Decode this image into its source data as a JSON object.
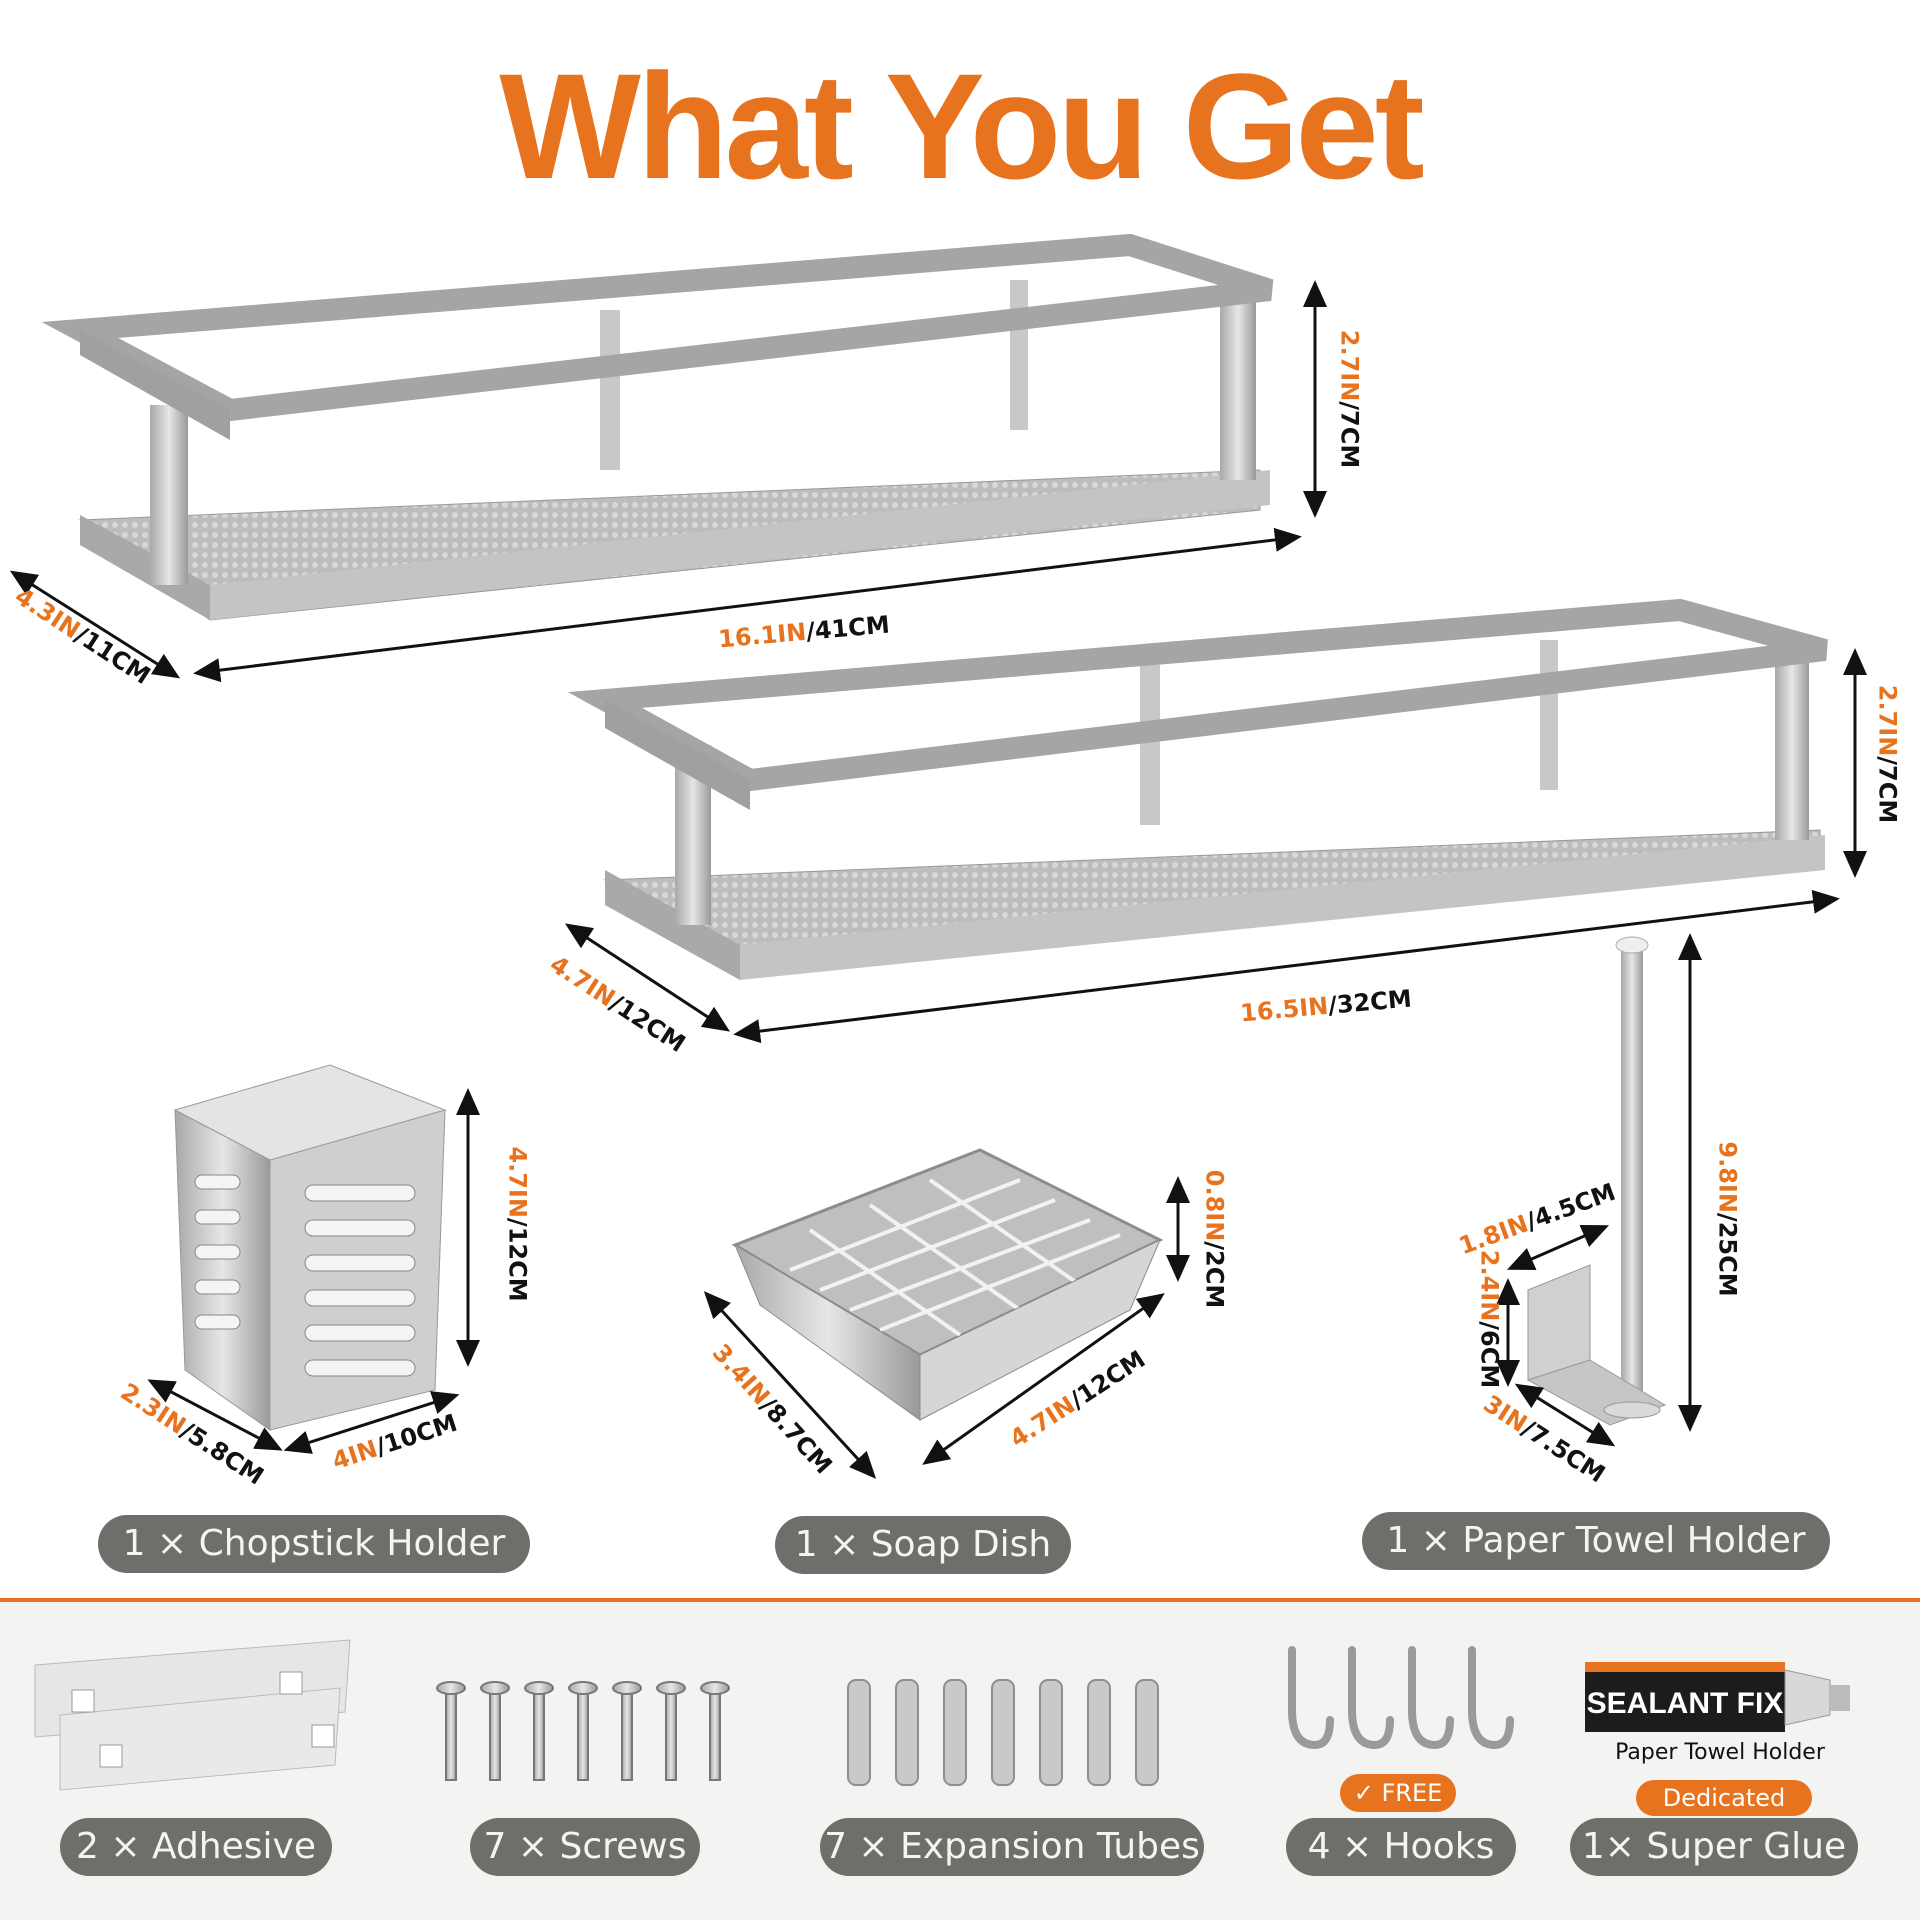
{
  "title": "What You Get",
  "colors": {
    "accent": "#e8731f",
    "pill": "#6e6e6a",
    "steel": "#b5b5b5"
  },
  "shelf1": {
    "width": {
      "in": "16.1IN",
      "cm": "/41CM"
    },
    "depth": {
      "in": "4.3IN",
      "cm": "/11CM"
    },
    "height": {
      "in": "2.7IN",
      "cm": "/7CM"
    }
  },
  "shelf2": {
    "width": {
      "in": "16.5IN",
      "cm": "/32CM"
    },
    "depth": {
      "in": "4.7IN",
      "cm": "/12CM"
    },
    "height": {
      "in": "2.7IN",
      "cm": "/7CM"
    }
  },
  "chopstick": {
    "label": "1 × Chopstick Holder",
    "height": {
      "in": "4.7IN",
      "cm": "/12CM"
    },
    "depth": {
      "in": "2.3IN",
      "cm": "/5.8CM"
    },
    "width": {
      "in": "4IN",
      "cm": "/10CM"
    }
  },
  "soap": {
    "label": "1 × Soap Dish",
    "height": {
      "in": "0.8IN",
      "cm": "/2CM"
    },
    "depth": {
      "in": "3.4IN",
      "cm": "/8.7CM"
    },
    "width": {
      "in": "4.7IN",
      "cm": "/12CM"
    }
  },
  "towel": {
    "label": "1 × Paper Towel Holder",
    "height": {
      "in": "9.8IN",
      "cm": "/25CM"
    },
    "base_width": {
      "in": "1.8IN",
      "cm": "/4.5CM"
    },
    "base_height": {
      "in": "2.4IN",
      "cm": "/6CM"
    },
    "base_depth": {
      "in": "3IN",
      "cm": "/7.5CM"
    }
  },
  "accessories": {
    "adhesive": "2 × Adhesive",
    "screws": "7 × Screws",
    "tubes": "7 × Expansion Tubes",
    "hooks": "4 × Hooks",
    "glue": "1× Super Glue",
    "free_badge": "✓ FREE",
    "glue_tube_text": "SEALANT FIX",
    "glue_caption": "Paper Towel Holder",
    "dedicated_badge": "Dedicated"
  }
}
